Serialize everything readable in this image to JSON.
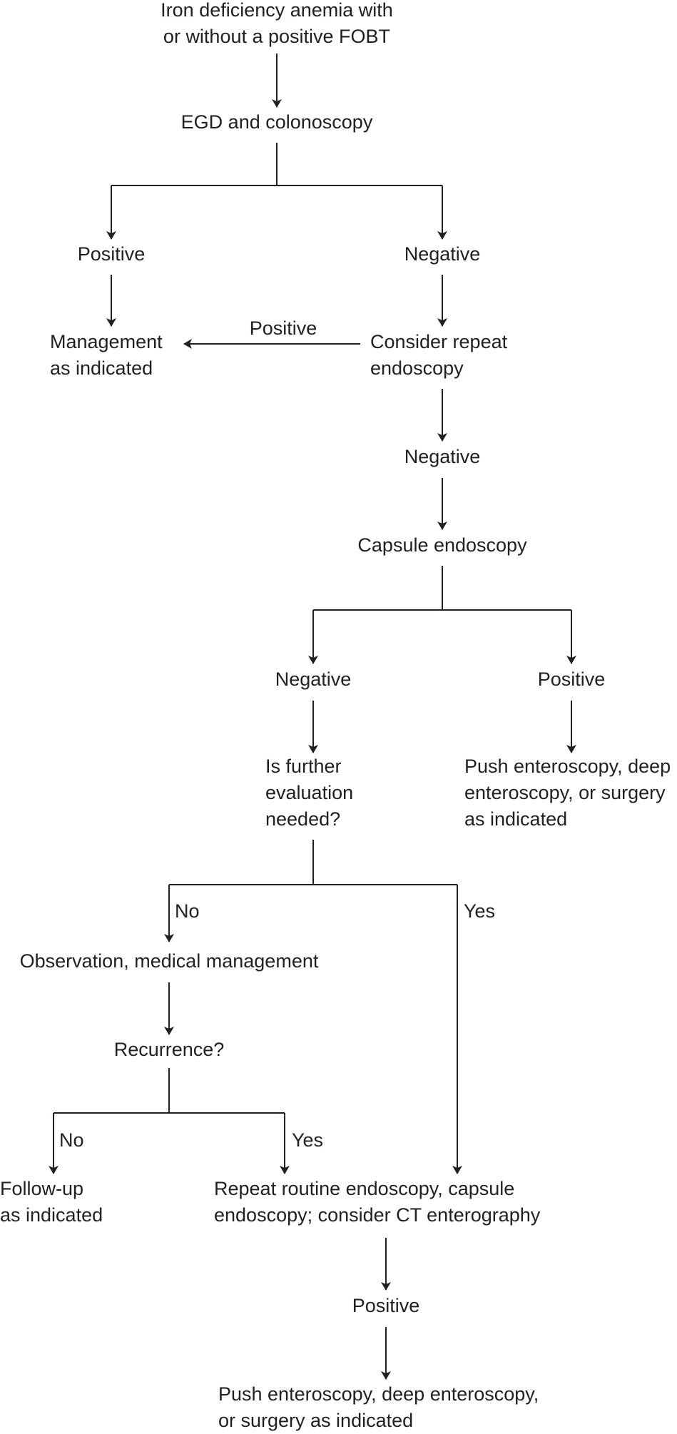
{
  "nodes": {
    "start": [
      "Iron deficiency anemia with",
      "or without a positive FOBT"
    ],
    "egd": "EGD and colonoscopy",
    "egd_positive": "Positive",
    "egd_negative": "Negative",
    "management": [
      "Management",
      "as indicated"
    ],
    "repeat_endoscopy": [
      "Consider repeat",
      "endoscopy"
    ],
    "repeat_positive": "Positive",
    "repeat_negative": "Negative",
    "capsule": "Capsule endoscopy",
    "capsule_negative": "Negative",
    "capsule_positive": "Positive",
    "further_eval": [
      "Is further",
      "evaluation",
      "needed?"
    ],
    "push_enteroscopy_1": [
      "Push enteroscopy, deep",
      "enteroscopy, or surgery",
      "as indicated"
    ],
    "further_no": "No",
    "further_yes": "Yes",
    "observation": "Observation, medical management",
    "recurrence": "Recurrence?",
    "recurrence_no": "No",
    "recurrence_yes": "Yes",
    "follow_up": [
      "Follow-up",
      "as indicated"
    ],
    "repeat_routine": [
      "Repeat routine endoscopy, capsule",
      "endoscopy; consider CT enterography"
    ],
    "final_positive": "Positive",
    "push_enteroscopy_2": [
      "Push enteroscopy, deep enteroscopy,",
      "or surgery as indicated"
    ]
  }
}
